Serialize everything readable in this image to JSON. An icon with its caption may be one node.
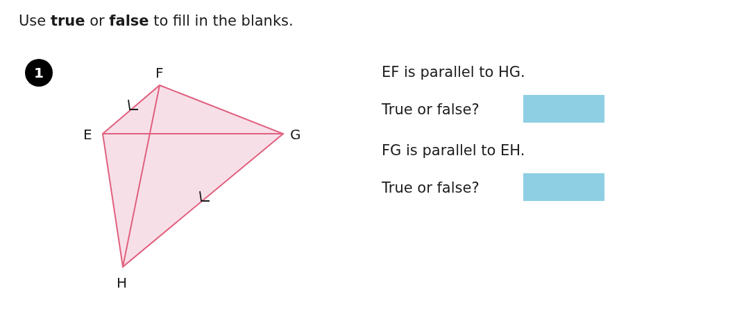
{
  "diagram": {
    "title": "Use **true** or **false** to fill in the blanks.",
    "nodes": [
      {
        "text": [
          "1"
        ]
      },
      {
        "text": [],
        "shape": "box"
      },
      {
        "text": [],
        "shape": "box"
      }
    ],
    "labels": [
      "F",
      "E",
      "G",
      "H",
      "EF is parallel to HG.",
      "True or false?",
      "FG is parallel to EH.",
      "True or false?"
    ]
  }
}
